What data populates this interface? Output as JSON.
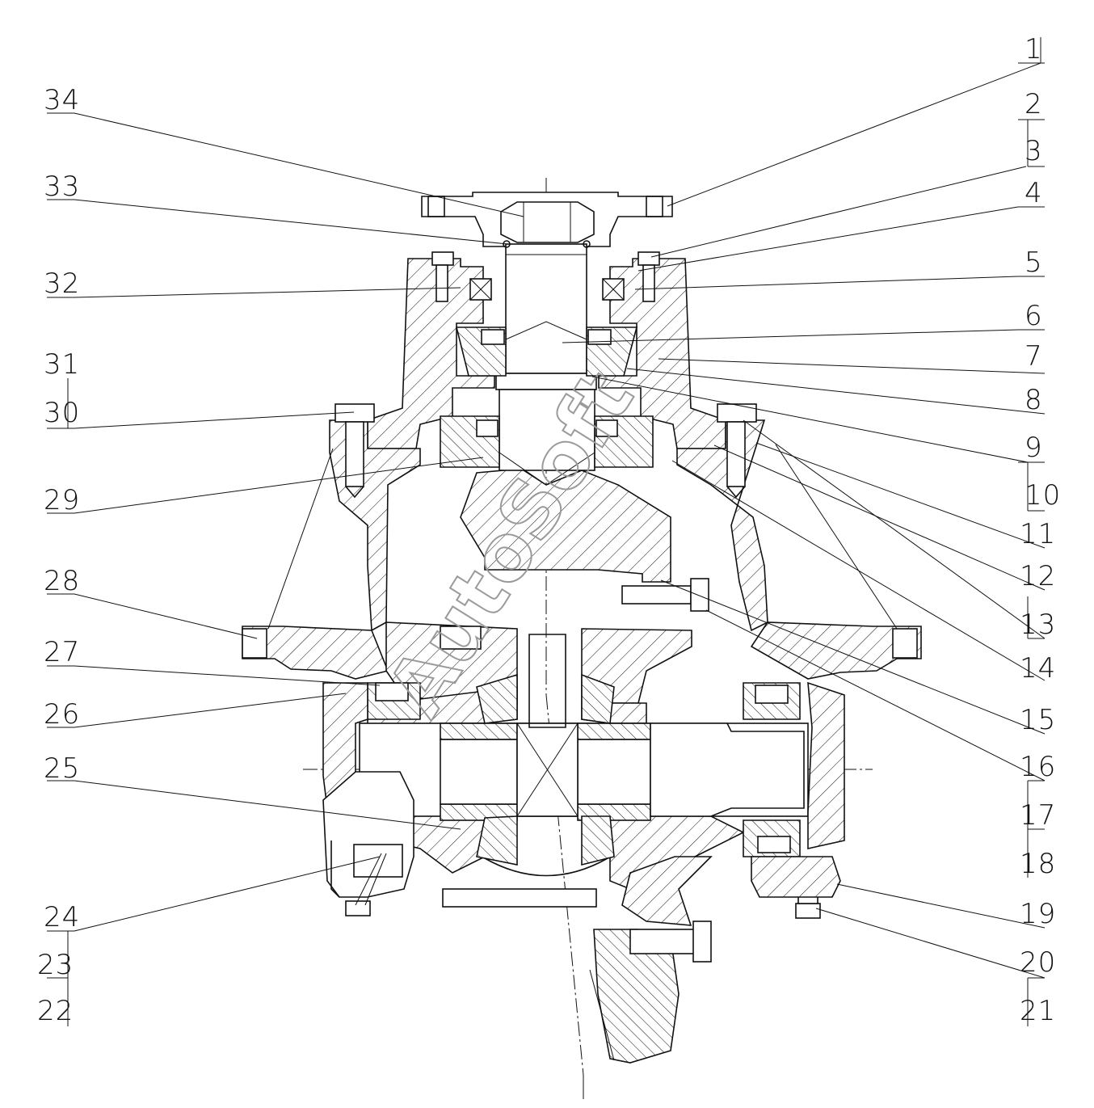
{
  "watermark": "AutoSoft",
  "callouts_left": [
    {
      "id": "34",
      "label": "34"
    },
    {
      "id": "33",
      "label": "33"
    },
    {
      "id": "32",
      "label": "32"
    },
    {
      "id": "31",
      "label": "31"
    },
    {
      "id": "30",
      "label": "30"
    },
    {
      "id": "29",
      "label": "29"
    },
    {
      "id": "28",
      "label": "28"
    },
    {
      "id": "27",
      "label": "27"
    },
    {
      "id": "26",
      "label": "26"
    },
    {
      "id": "25",
      "label": "25"
    },
    {
      "id": "24",
      "label": "24"
    },
    {
      "id": "23",
      "label": "23"
    },
    {
      "id": "22",
      "label": "22"
    }
  ],
  "callouts_right": [
    {
      "id": "1",
      "label": "1"
    },
    {
      "id": "2",
      "label": "2"
    },
    {
      "id": "3",
      "label": "3"
    },
    {
      "id": "4",
      "label": "4"
    },
    {
      "id": "5",
      "label": "5"
    },
    {
      "id": "6",
      "label": "6"
    },
    {
      "id": "7",
      "label": "7"
    },
    {
      "id": "8",
      "label": "8"
    },
    {
      "id": "9",
      "label": "9"
    },
    {
      "id": "10",
      "label": "10"
    },
    {
      "id": "11",
      "label": "11"
    },
    {
      "id": "12",
      "label": "12"
    },
    {
      "id": "13",
      "label": "13"
    },
    {
      "id": "14",
      "label": "14"
    },
    {
      "id": "15",
      "label": "15"
    },
    {
      "id": "16",
      "label": "16"
    },
    {
      "id": "17",
      "label": "17"
    },
    {
      "id": "18",
      "label": "18"
    },
    {
      "id": "19",
      "label": "19"
    },
    {
      "id": "20",
      "label": "20"
    },
    {
      "id": "21",
      "label": "21"
    }
  ]
}
